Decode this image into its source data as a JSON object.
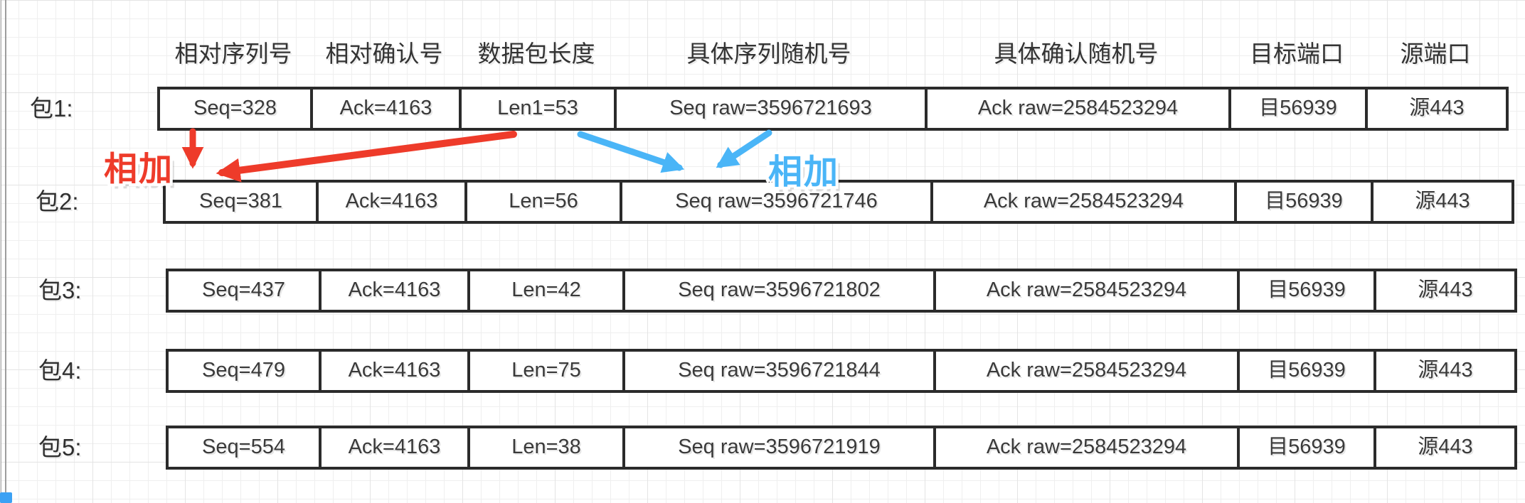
{
  "diagram": {
    "headers": [
      "相对序列号",
      "相对确认号",
      "数据包长度",
      "具体序列随机号",
      "具体确认随机号",
      "目标端口",
      "源端口"
    ],
    "rows": [
      {
        "label": "包1:",
        "cells": [
          "Seq=328",
          "Ack=4163",
          "Len1=53",
          "Seq raw=3596721693",
          "Ack raw=2584523294",
          "目56939",
          "源443"
        ]
      },
      {
        "label": "包2:",
        "cells": [
          "Seq=381",
          "Ack=4163",
          "Len=56",
          "Seq raw=3596721746",
          "Ack raw=2584523294",
          "目56939",
          "源443"
        ]
      },
      {
        "label": "包3:",
        "cells": [
          "Seq=437",
          "Ack=4163",
          "Len=42",
          "Seq raw=3596721802",
          "Ack raw=2584523294",
          "目56939",
          "源443"
        ]
      },
      {
        "label": "包4:",
        "cells": [
          "Seq=479",
          "Ack=4163",
          "Len=75",
          "Seq raw=3596721844",
          "Ack raw=2584523294",
          "目56939",
          "源443"
        ]
      },
      {
        "label": "包5:",
        "cells": [
          "Seq=554",
          "Ack=4163",
          "Len=38",
          "Seq raw=3596721919",
          "Ack raw=2584523294",
          "目56939",
          "源443"
        ]
      }
    ],
    "annotations": {
      "red_add_label": "相加",
      "blue_add_label": "相加"
    },
    "colors": {
      "red_arrow": "#ee3b2a",
      "blue_arrow": "#4ab5f7",
      "cell_border": "#2b2b2b",
      "text": "#3a3a3a"
    }
  }
}
